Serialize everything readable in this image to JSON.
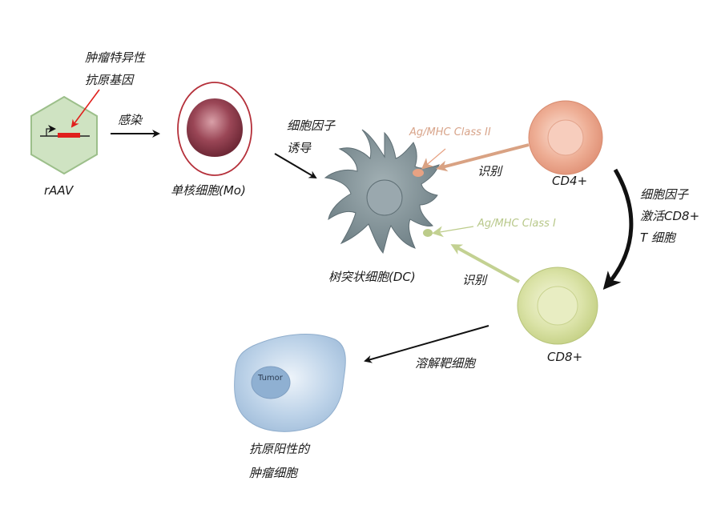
{
  "labels": {
    "gene_line1": "肿瘤特异性",
    "gene_line2": "抗原基因",
    "raav": "rAAV",
    "infection": "感染",
    "monocyte": "单核细胞(Mo)",
    "cytokine_line1": "细胞因子",
    "cytokine_line2": "诱导",
    "mhc2": "Ag/MHC Class II",
    "mhc1": "Ag/MHC Class I",
    "recognize_top": "识别",
    "recognize_bottom": "识别",
    "cd4": "CD4+",
    "cd8": "CD8+",
    "activate_line1": "细胞因子",
    "activate_line2": "激活CD8+",
    "activate_line3": "T 细胞",
    "dc": "树突状细胞(DC)",
    "lysis": "溶解靶细胞",
    "tumor": "Tumor",
    "tumor_caption_line1": "抗原阳性的",
    "tumor_caption_line2": "肿瘤细胞"
  },
  "colors": {
    "raav_fill": "#cfe3c2",
    "raav_stroke": "#9cbf8a",
    "gene_red": "#e0201c",
    "monocyte_outline": "#b5303a",
    "monocyte_nucleus": "#8a3a48",
    "dc_body": "#7f8f94",
    "mhc2": "#e7a283",
    "mhc1": "#bccc8a",
    "cd4": "#e8a48c",
    "cd8": "#d2dc9a",
    "tumor": "#a9c5df",
    "arrow": "#111111"
  }
}
